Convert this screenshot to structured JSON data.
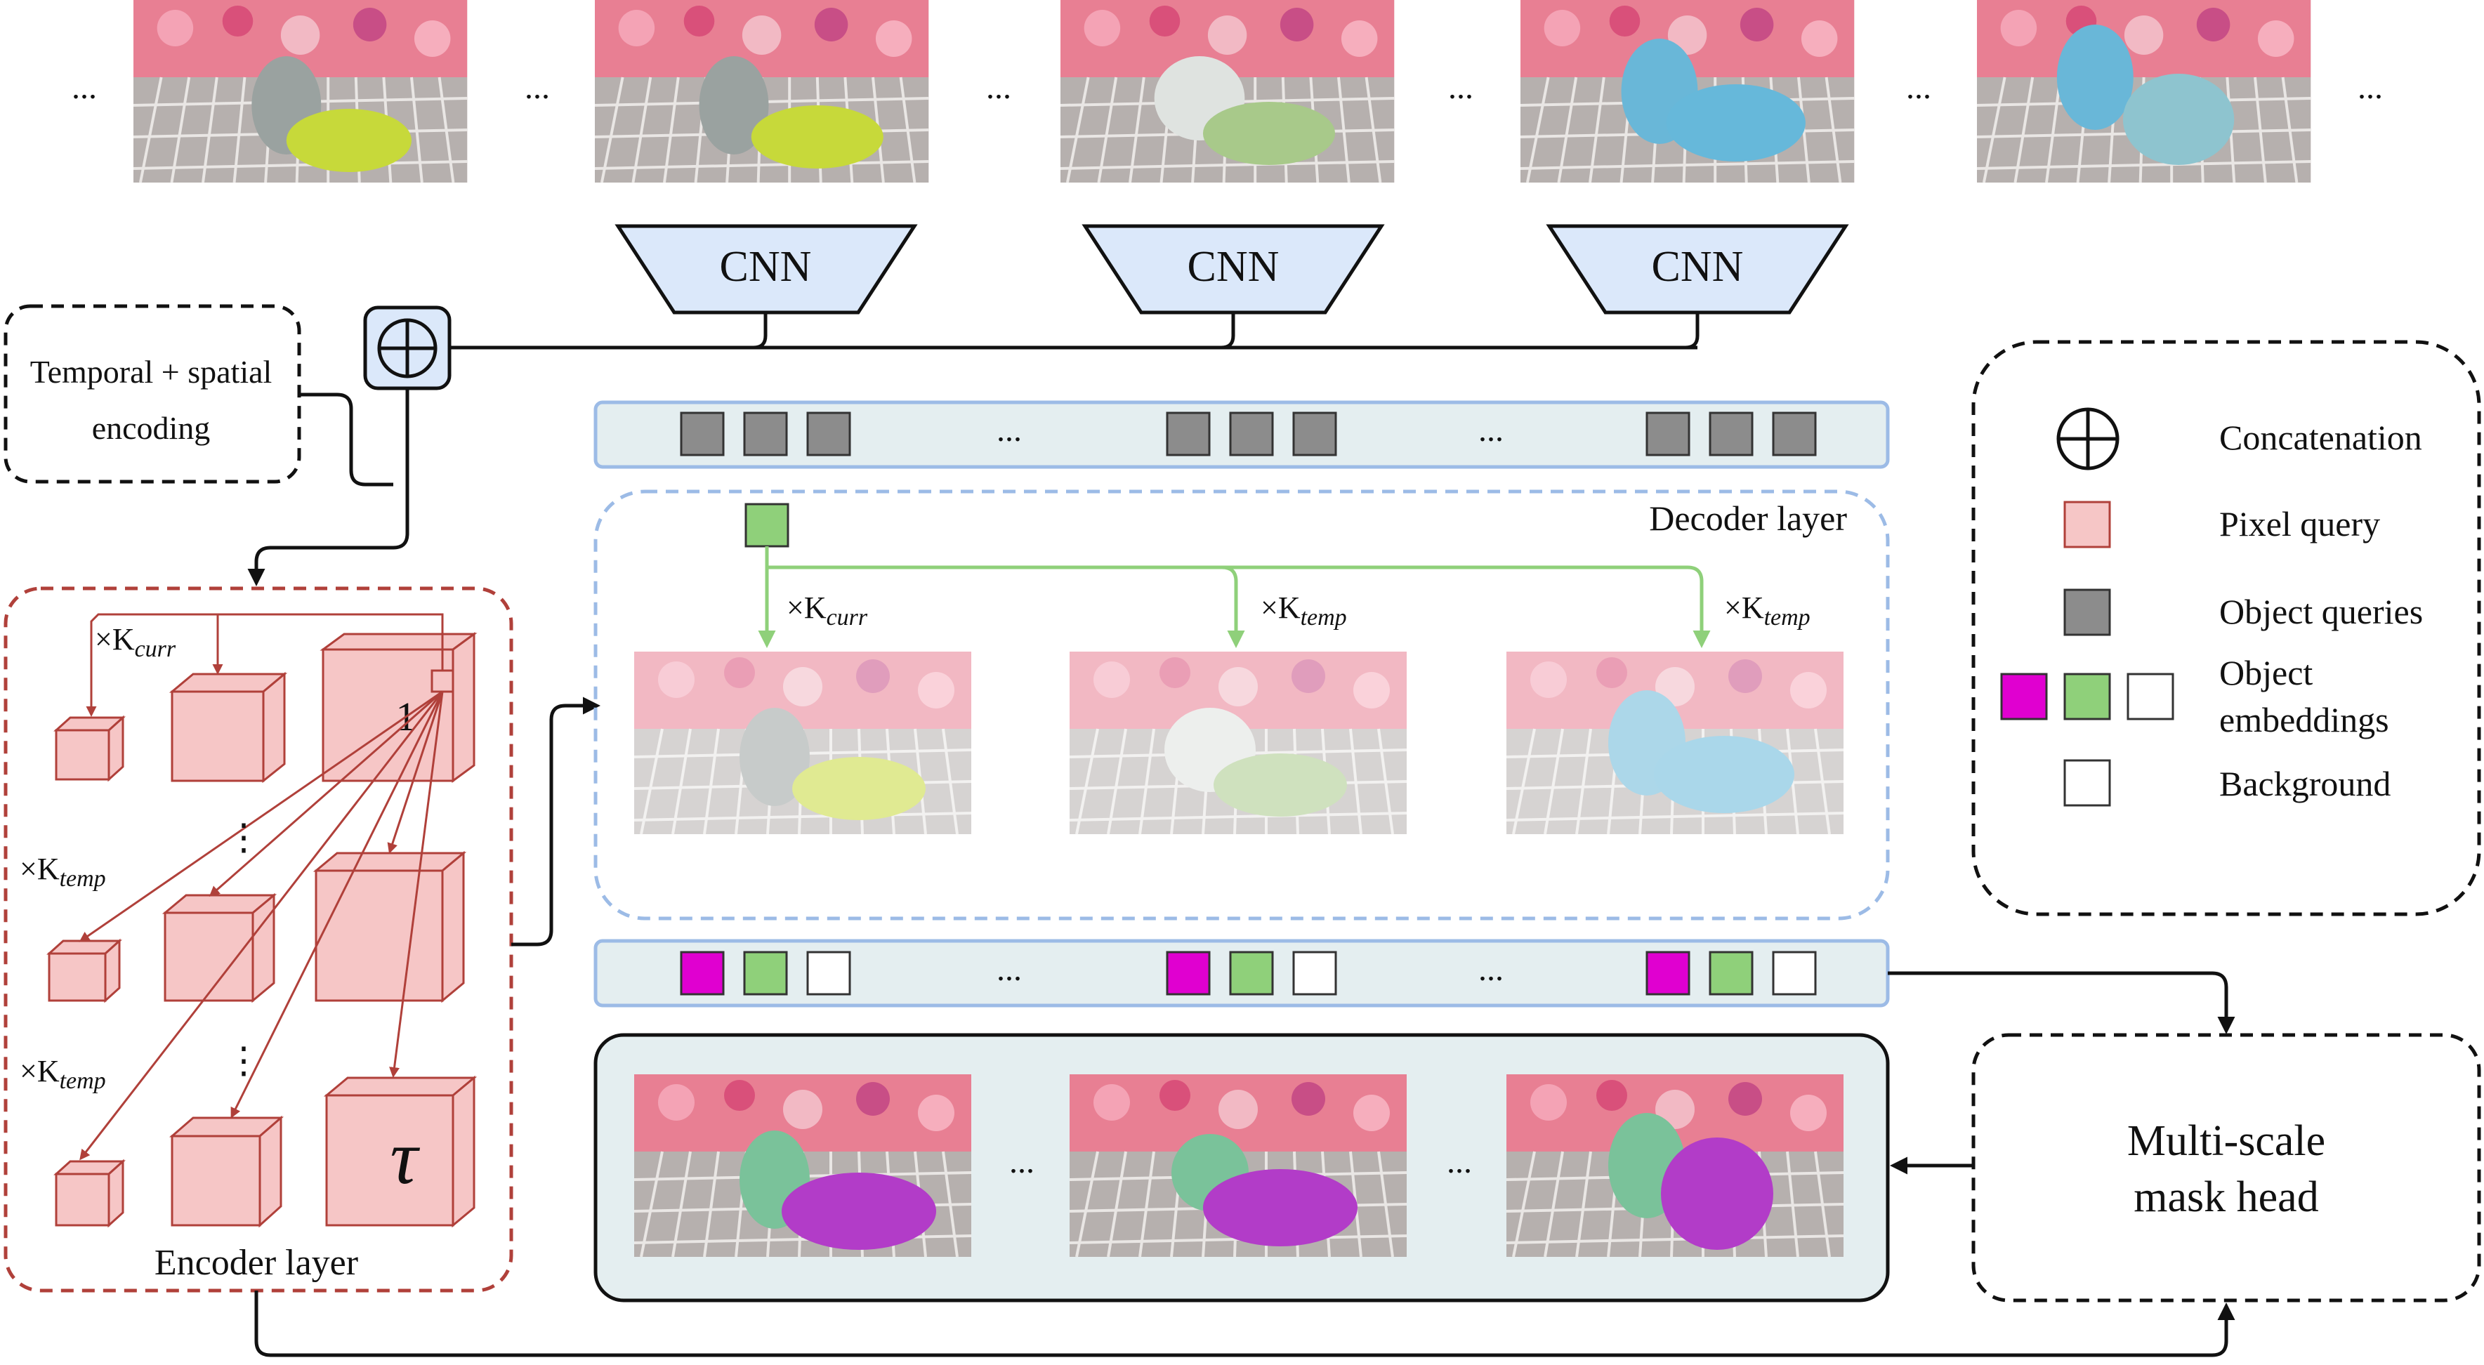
{
  "top_row": {
    "ellipsis": "..."
  },
  "cnn": {
    "labels": [
      "CNN",
      "CNN",
      "CNN"
    ]
  },
  "encoding_box": {
    "line1": "Temporal + spatial",
    "line2": "encoding"
  },
  "encoder": {
    "title": "Encoder layer",
    "k_curr": "×K",
    "k_curr_sub": "curr",
    "k_temp": "×K",
    "k_temp_sub": "temp",
    "dots": "⋮",
    "pixel_label": "1",
    "tau": "τ"
  },
  "decoder": {
    "title": "Decoder layer",
    "k_curr": "×K",
    "k_curr_sub": "curr",
    "k_temp": "×K",
    "k_temp_sub": "temp",
    "ellipsis": "..."
  },
  "mask_head": {
    "line1": "Multi-scale",
    "line2": "mask head"
  },
  "output": {
    "ellipsis": "..."
  },
  "legend": {
    "concatenation": "Concatenation",
    "pixel_query": "Pixel query",
    "object_queries": "Object queries",
    "object_embeddings_1": "Object",
    "object_embeddings_2": "embeddings",
    "background": "Background"
  },
  "colors": {
    "pixel_query": "#f6c6c6",
    "object_query": "#8c8c8c",
    "embedding_magenta": "#e000d0",
    "embedding_green": "#8fd07a",
    "cnn_fill": "#dbe8fa",
    "row_fill": "#e4eef0",
    "encoder_border": "#b0403a",
    "decoder_border": "#9cbbe6",
    "green_arrow": "#8fd07a"
  }
}
